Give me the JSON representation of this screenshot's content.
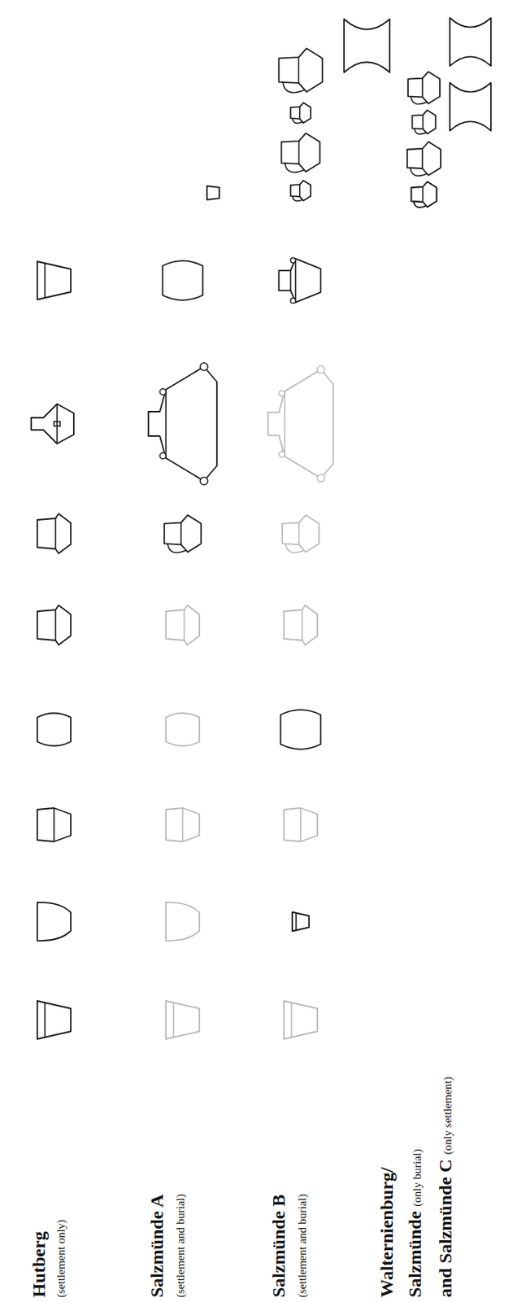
{
  "diagram": {
    "labels": [
      "Hutberg",
      "(settlement only)",
      "Salzmünde A",
      "(settlement and burial)",
      "Salzmünde B",
      "(settlement and burial)",
      "Walternienburg/",
      "Salzmünde",
      "(only burial)",
      "and Salzmünde C",
      "(only settlement)"
    ]
  }
}
